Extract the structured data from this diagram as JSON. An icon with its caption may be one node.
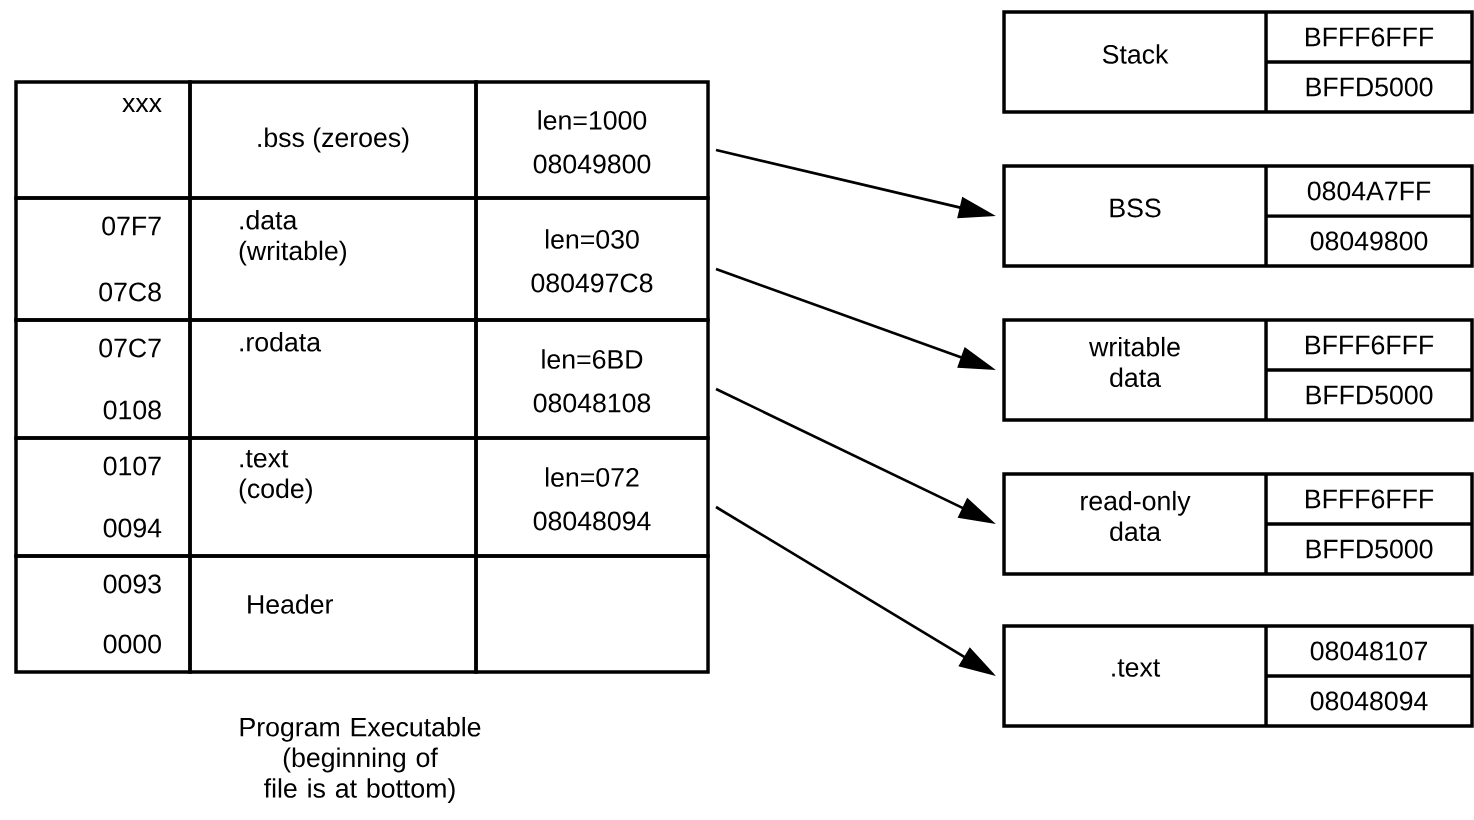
{
  "diagram": {
    "caption": "Program Executable (beginning of file is at bottom)",
    "nodes": [
      {
        "text": [
          "xxx"
        ]
      },
      {
        "text": [
          ".bss (zeroes)"
        ]
      },
      {
        "text": [
          "len=1000",
          "08049800"
        ]
      },
      {
        "text": [
          "07F7",
          "07C8"
        ]
      },
      {
        "text": [
          ".data (writable)"
        ]
      },
      {
        "text": [
          "len=030",
          "080497C8"
        ]
      },
      {
        "text": [
          "07C7",
          "0108"
        ]
      },
      {
        "text": [
          ".rodata"
        ]
      },
      {
        "text": [
          "len=6BD",
          "08048108"
        ]
      },
      {
        "text": [
          "0107",
          "0094"
        ]
      },
      {
        "text": [
          ".text (code)"
        ]
      },
      {
        "text": [
          "len=072",
          "08048094"
        ]
      },
      {
        "text": [
          "0093",
          "0000"
        ]
      },
      {
        "text": [
          "Header"
        ]
      },
      {
        "text": [],
        "shape": "box"
      },
      {
        "text": [
          "Stack",
          "BFFF6FFF",
          "BFFD5000"
        ]
      },
      {
        "text": [
          "BSS",
          "0804A7FF",
          "08049800"
        ]
      },
      {
        "text": [
          "writable data",
          "BFFF6FFF",
          "BFFD5000"
        ]
      },
      {
        "text": [
          "read-only data",
          "BFFF6FFF",
          "BFFD5000"
        ]
      },
      {
        "text": [
          ".text",
          "08048107",
          "08048094"
        ]
      }
    ],
    "edges": [
      {
        "from": 2,
        "to": 16,
        "arrow": "to"
      },
      {
        "from": 5,
        "to": 17,
        "arrow": "to"
      },
      {
        "from": 8,
        "to": 18,
        "arrow": "to"
      },
      {
        "from": 11,
        "to": 19,
        "arrow": "to"
      }
    ]
  }
}
